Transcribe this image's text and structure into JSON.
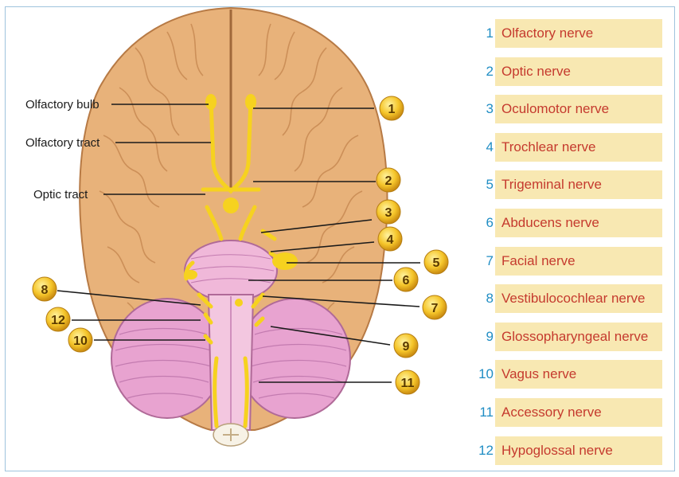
{
  "left_labels": {
    "olfactory_bulb": "Olfactory bulb",
    "olfactory_tract": "Olfactory tract",
    "optic_tract": "Optic tract"
  },
  "badges": [
    "1",
    "2",
    "3",
    "4",
    "5",
    "6",
    "7",
    "8",
    "9",
    "10",
    "11",
    "12"
  ],
  "legend": [
    {
      "num": "1",
      "label": "Olfactory nerve"
    },
    {
      "num": "2",
      "label": "Optic nerve"
    },
    {
      "num": "3",
      "label": "Oculomotor nerve"
    },
    {
      "num": "4",
      "label": "Trochlear nerve"
    },
    {
      "num": "5",
      "label": "Trigeminal nerve"
    },
    {
      "num": "6",
      "label": "Abducens nerve"
    },
    {
      "num": "7",
      "label": "Facial nerve"
    },
    {
      "num": "8",
      "label": "Vestibulocochlear nerve"
    },
    {
      "num": "9",
      "label": "Glossopharyngeal nerve"
    },
    {
      "num": "10",
      "label": "Vagus nerve"
    },
    {
      "num": "11",
      "label": "Accessory nerve"
    },
    {
      "num": "12",
      "label": "Hypoglossal nerve"
    }
  ],
  "colors": {
    "cerebrum": "#e8b27a",
    "cerebellum": "#e8a3d0",
    "brainstem": "#f0b8d9",
    "nerve": "#f6d21f",
    "legend_bg": "#f8e8b2",
    "legend_text": "#c53a2e",
    "legend_number": "#1f8dc4"
  }
}
